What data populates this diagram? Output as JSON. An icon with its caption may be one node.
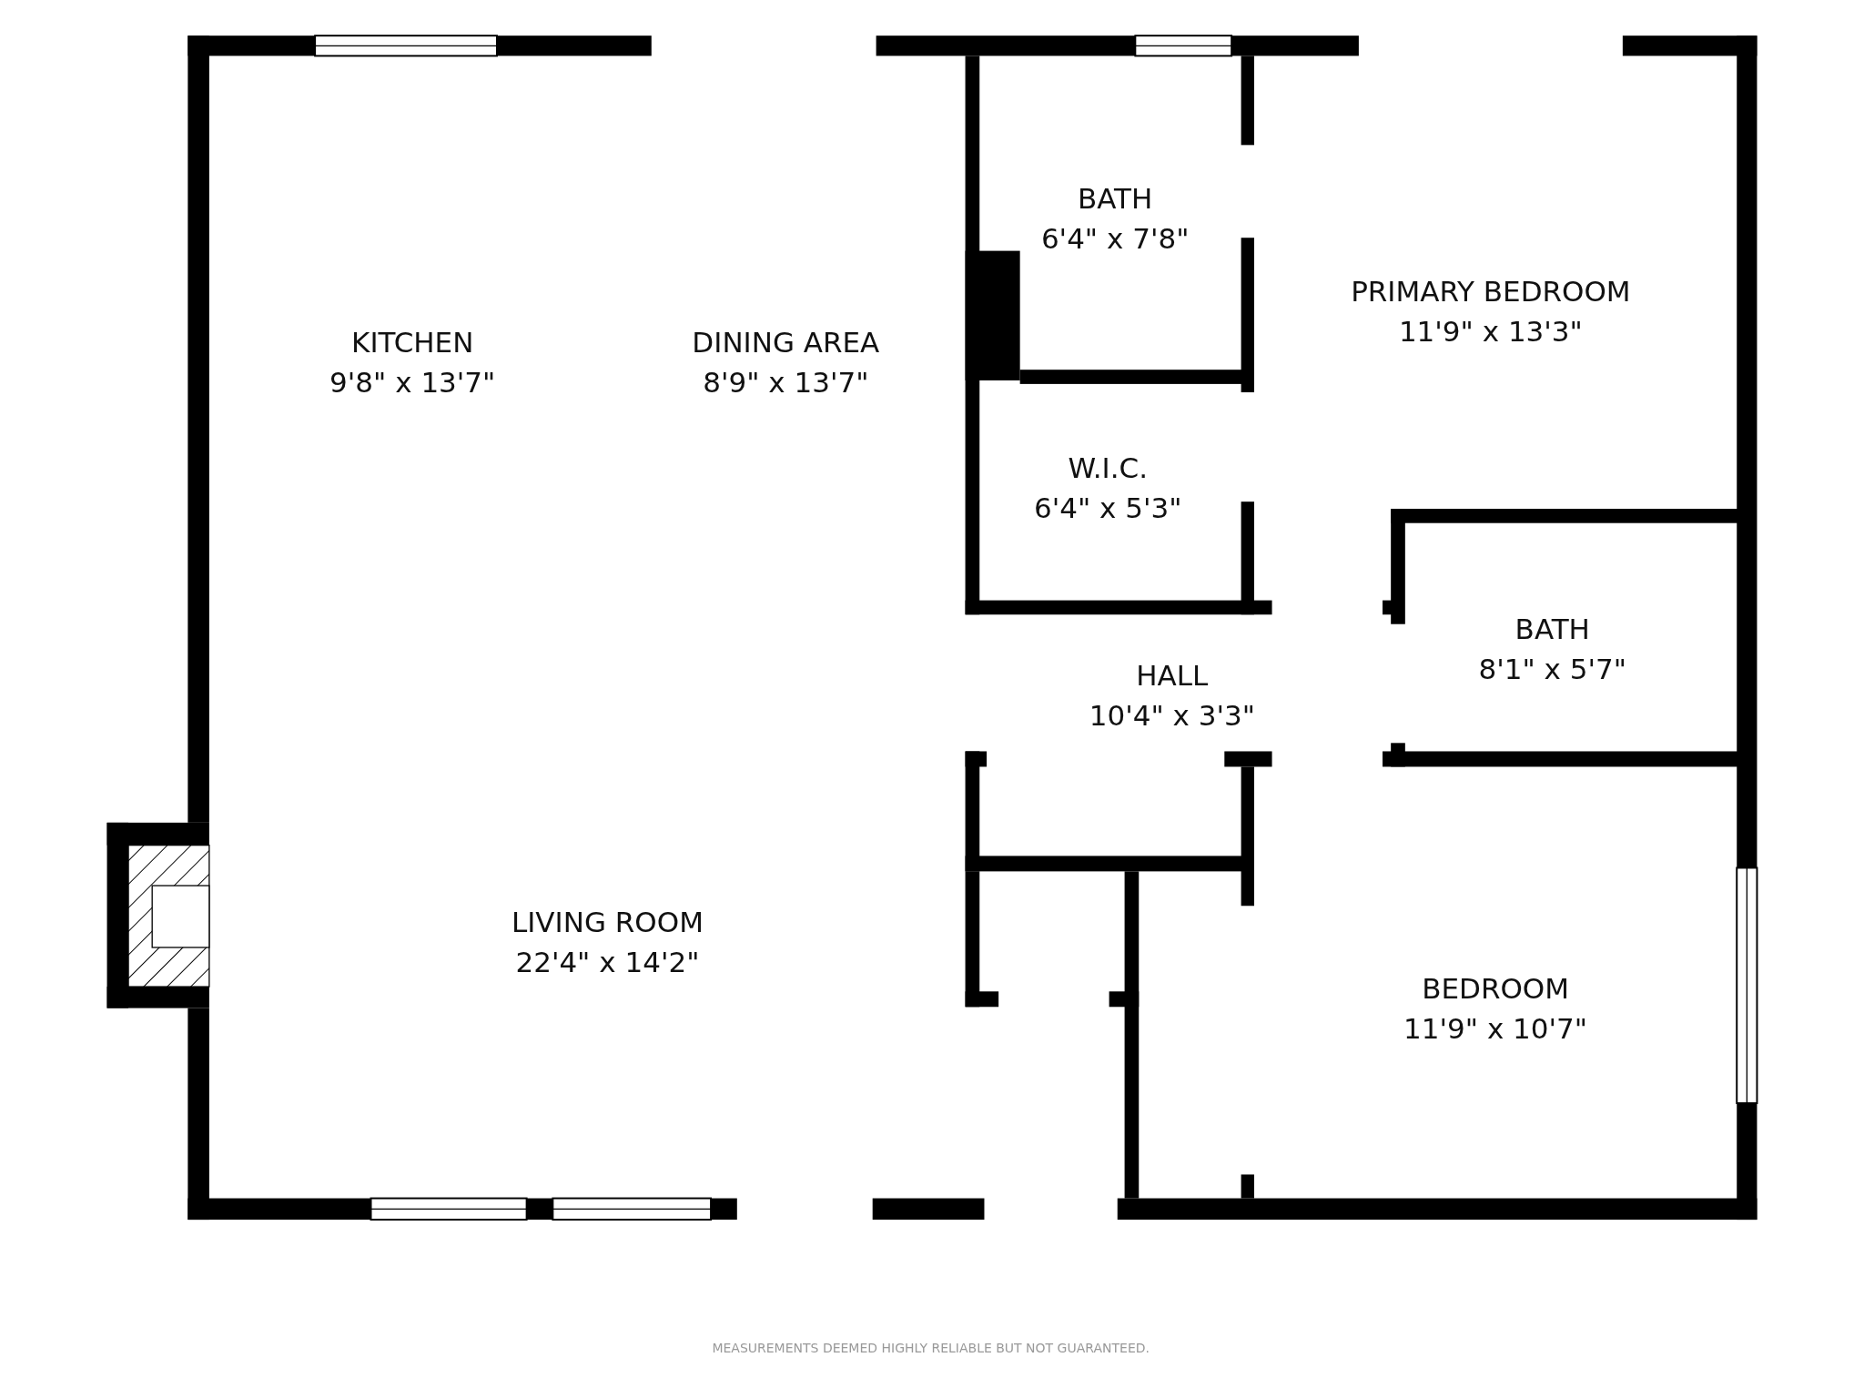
{
  "diagram": {
    "nodes": [
      {
        "text": [
          "KITCHEN",
          "9'8\" x 13'7\""
        ]
      },
      {
        "text": [
          "DINING AREA",
          "8'9\" x 13'7\""
        ]
      },
      {
        "text": [
          "BATH",
          "6'4\" x 7'8\""
        ]
      },
      {
        "text": [
          "PRIMARY BEDROOM",
          "11'9\" x 13'3\""
        ]
      },
      {
        "text": [
          "W.I.C.",
          "6'4\" x 5'3\""
        ]
      },
      {
        "text": [
          "HALL",
          "10'4\" x 3'3\""
        ]
      },
      {
        "text": [
          "BATH",
          "8'1\" x 5'7\""
        ]
      },
      {
        "text": [
          "LIVING ROOM",
          "22'4\" x 14'2\""
        ]
      },
      {
        "text": [
          "BEDROOM",
          "11'9\" x 10'7\""
        ]
      }
    ],
    "labels": [
      "MEASUREMENTS DEEMED HIGHLY RELIABLE BUT NOT GUARANTEED."
    ]
  }
}
